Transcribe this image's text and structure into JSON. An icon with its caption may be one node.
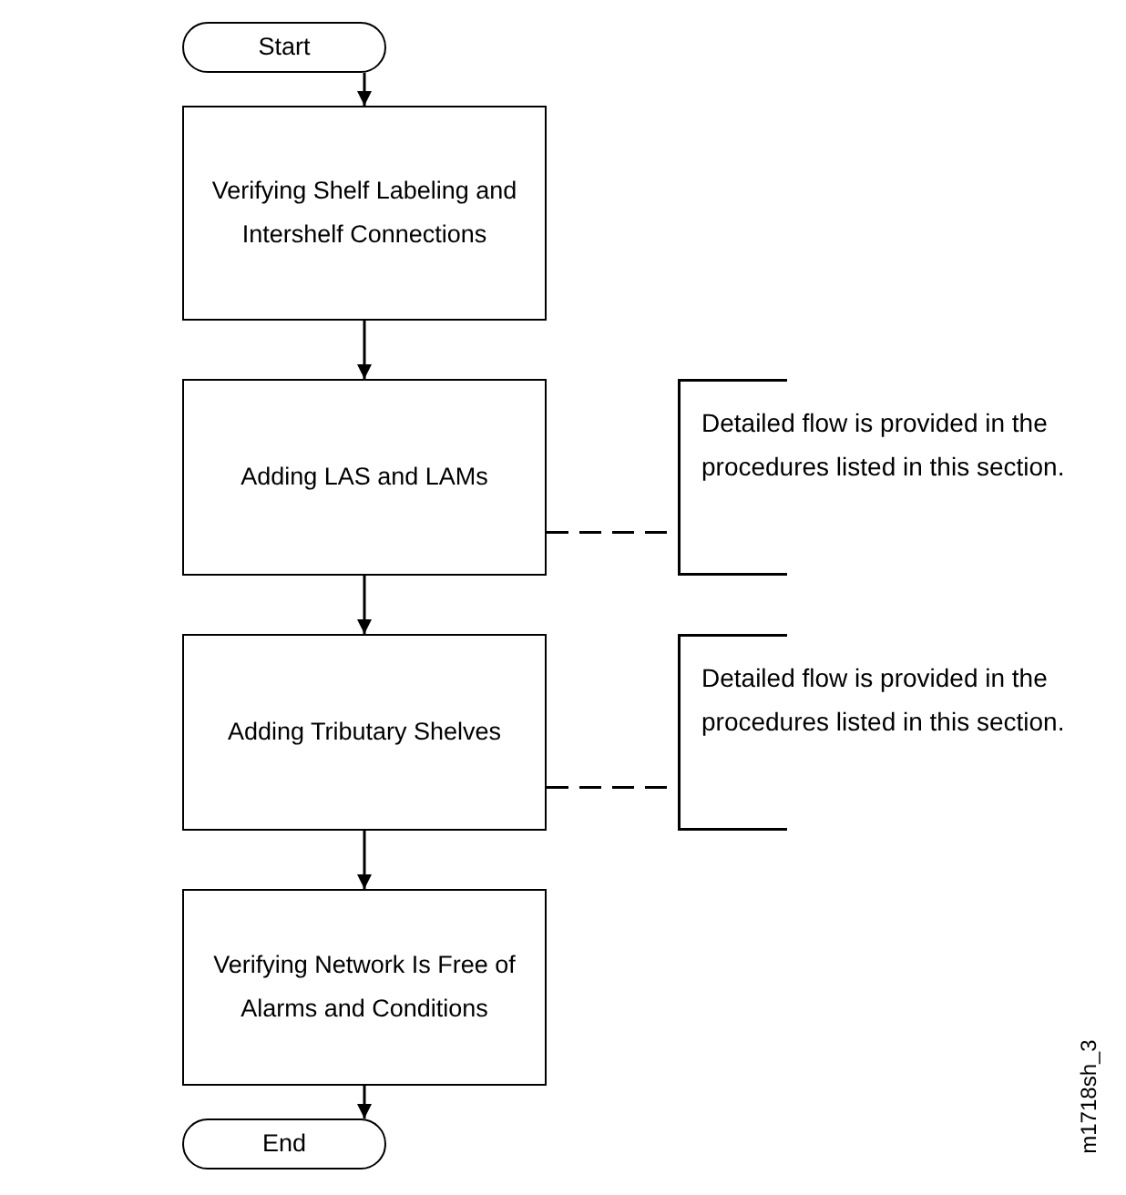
{
  "diagram": {
    "nodes": [
      {
        "text": [
          "Start"
        ]
      },
      {
        "text": [
          "Verifying Shelf Labeling and Intershelf Connections"
        ]
      },
      {
        "text": [
          "Adding LAS and LAMs"
        ]
      },
      {
        "text": [
          "Detailed flow is provided in the procedures listed in this section."
        ]
      },
      {
        "text": [
          "Adding Tributary Shelves"
        ]
      },
      {
        "text": [
          "Detailed flow is provided in the procedures listed in this section."
        ]
      },
      {
        "text": [
          "Verifying Network Is Free of Alarms and Conditions"
        ]
      },
      {
        "text": [
          "End"
        ]
      }
    ],
    "edges": [
      {
        "from": 0,
        "to": 1,
        "arrow": "to"
      },
      {
        "from": 1,
        "to": 2,
        "arrow": "to"
      },
      {
        "from": 2,
        "to": 3,
        "arrow": "none",
        "style": "dashed"
      },
      {
        "from": 2,
        "to": 4,
        "arrow": "to"
      },
      {
        "from": 4,
        "to": 5,
        "arrow": "none",
        "style": "dashed"
      },
      {
        "from": 4,
        "to": 6,
        "arrow": "to"
      },
      {
        "from": 6,
        "to": 7,
        "arrow": "to"
      }
    ],
    "labels": [
      "m1718sh_3"
    ]
  }
}
